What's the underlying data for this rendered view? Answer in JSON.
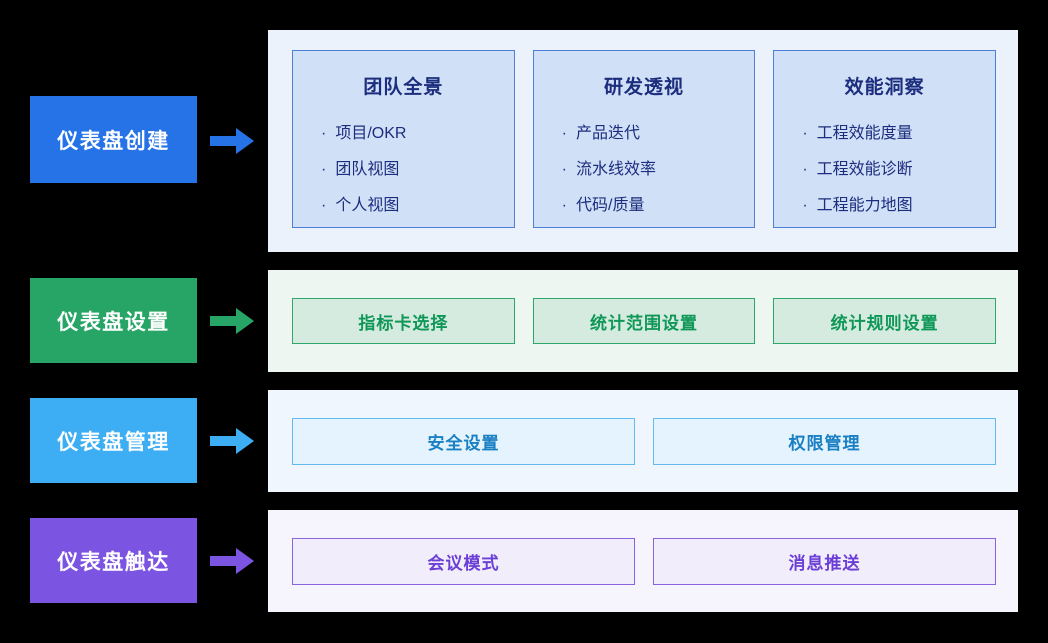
{
  "bullet": "·",
  "colors": {
    "background": "#000000",
    "row1": {
      "accent": "#2673e8",
      "panel_bg": "#ebf2fc",
      "card_bg": "#d0e0f7",
      "card_border": "#4d7fd9",
      "card_text": "#1c2d7e"
    },
    "row2": {
      "accent": "#27a567",
      "panel_bg": "#edf6f1",
      "button_bg": "#d5ebdf",
      "button_border": "#2fa76b",
      "button_text": "#0f9758"
    },
    "row3": {
      "accent": "#3daef3",
      "panel_bg": "#eff6fd",
      "button_bg": "#e4f3fd",
      "button_border": "#64b9ef",
      "button_text": "#1a80c4"
    },
    "row4": {
      "accent": "#7c54e2",
      "panel_bg": "#f6f4fc",
      "button_bg": "#f1edfa",
      "button_border": "#8a64dc",
      "button_text": "#6b3fd6"
    }
  },
  "rows": [
    {
      "label": "仪表盘创建",
      "cards": [
        {
          "title": "团队全景",
          "items": [
            "项目/OKR",
            "团队视图",
            "个人视图"
          ]
        },
        {
          "title": "研发透视",
          "items": [
            "产品迭代",
            "流水线效率",
            "代码/质量"
          ]
        },
        {
          "title": "效能洞察",
          "items": [
            "工程效能度量",
            "工程效能诊断",
            "工程能力地图"
          ]
        }
      ]
    },
    {
      "label": "仪表盘设置",
      "buttons": [
        "指标卡选择",
        "统计范围设置",
        "统计规则设置"
      ]
    },
    {
      "label": "仪表盘管理",
      "buttons": [
        "安全设置",
        "权限管理"
      ]
    },
    {
      "label": "仪表盘触达",
      "buttons": [
        "会议模式",
        "消息推送"
      ]
    }
  ]
}
